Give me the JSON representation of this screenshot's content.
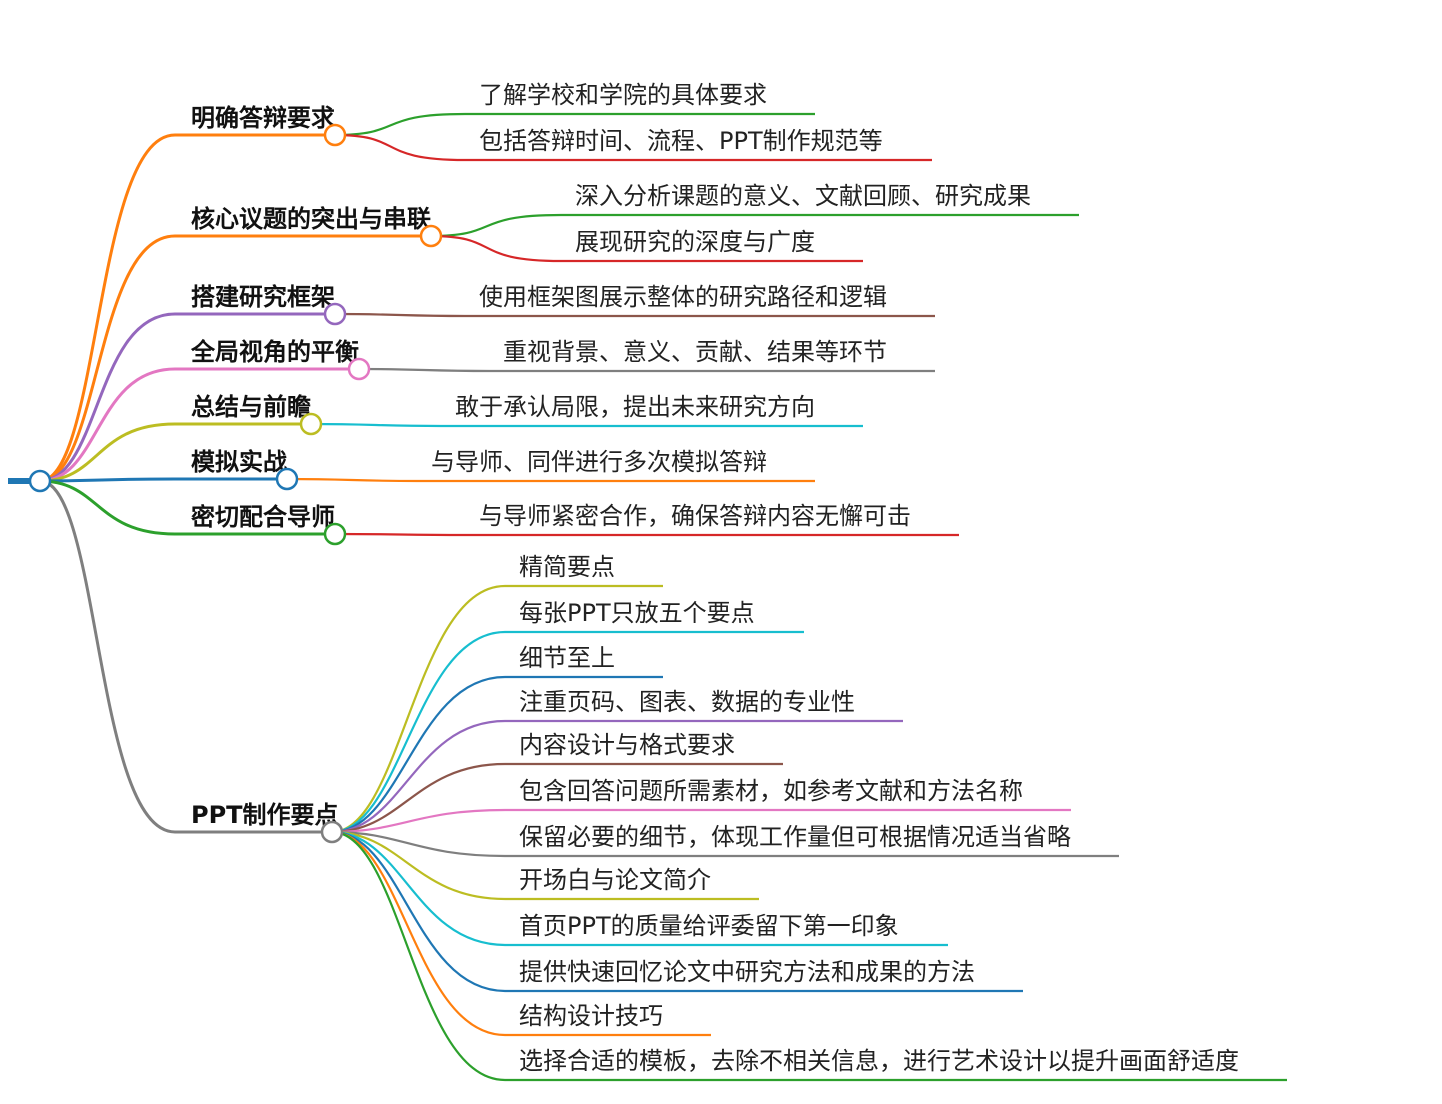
{
  "mindmap": {
    "root_color": "#1f77b4",
    "branches": [
      {
        "label": "明确答辩要求",
        "color": "#ff7f0e",
        "children": [
          {
            "label": "了解学校和学院的具体要求",
            "color": "#2ca02c"
          },
          {
            "label": "包括答辩时间、流程、PPT制作规范等",
            "color": "#d62728"
          }
        ]
      },
      {
        "label": "核心议题的突出与串联",
        "color": "#ff7f0e",
        "children": [
          {
            "label": "深入分析课题的意义、文献回顾、研究成果",
            "color": "#2ca02c"
          },
          {
            "label": "展现研究的深度与广度",
            "color": "#d62728"
          }
        ]
      },
      {
        "label": "搭建研究框架",
        "color": "#9467bd",
        "children": [
          {
            "label": "使用框架图展示整体的研究路径和逻辑",
            "color": "#8c564b"
          }
        ]
      },
      {
        "label": "全局视角的平衡",
        "color": "#e377c2",
        "children": [
          {
            "label": "重视背景、意义、贡献、结果等环节",
            "color": "#7f7f7f"
          }
        ]
      },
      {
        "label": "总结与前瞻",
        "color": "#bcbd22",
        "children": [
          {
            "label": "敢于承认局限，提出未来研究方向",
            "color": "#17becf"
          }
        ]
      },
      {
        "label": "模拟实战",
        "color": "#1f77b4",
        "children": [
          {
            "label": "与导师、同伴进行多次模拟答辩",
            "color": "#ff7f0e"
          }
        ]
      },
      {
        "label": "密切配合导师",
        "color": "#2ca02c",
        "children": [
          {
            "label": "与导师紧密合作，确保答辩内容无懈可击",
            "color": "#d62728"
          }
        ]
      },
      {
        "label": "PPT制作要点",
        "color": "#7f7f7f",
        "children": [
          {
            "label": "精简要点",
            "color": "#bcbd22"
          },
          {
            "label": "每张PPT只放五个要点",
            "color": "#17becf"
          },
          {
            "label": "细节至上",
            "color": "#1f77b4"
          },
          {
            "label": "注重页码、图表、数据的专业性",
            "color": "#9467bd"
          },
          {
            "label": "内容设计与格式要求",
            "color": "#8c564b"
          },
          {
            "label": "包含回答问题所需素材，如参考文献和方法名称",
            "color": "#e377c2"
          },
          {
            "label": "保留必要的细节，体现工作量但可根据情况适当省略",
            "color": "#7f7f7f"
          },
          {
            "label": "开场白与论文简介",
            "color": "#bcbd22"
          },
          {
            "label": "首页PPT的质量给评委留下第一印象",
            "color": "#17becf"
          },
          {
            "label": "提供快速回忆论文中研究方法和成果的方法",
            "color": "#1f77b4"
          },
          {
            "label": "结构设计技巧",
            "color": "#ff7f0e"
          },
          {
            "label": "选择合适的模板，去除不相关信息，进行艺术设计以提升画面舒适度",
            "color": "#2ca02c"
          }
        ]
      }
    ]
  }
}
